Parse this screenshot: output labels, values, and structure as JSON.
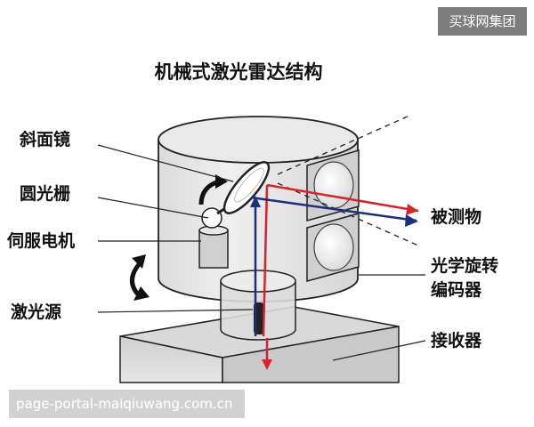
{
  "watermark_top": "买球网集团",
  "watermark_bottom": "page-portal-maiqiuwang.com.cn",
  "diagram": {
    "title": "机械式激光雷达结构",
    "labels": {
      "mirror": "斜面镜",
      "grating": "圆光栅",
      "servo": "伺服电机",
      "laser": "激光源",
      "target": "被测物",
      "encoder_line1": "光学旋转",
      "encoder_line2": "编码器",
      "receiver": "接收器"
    },
    "colors": {
      "laser_beam": "#d8232a",
      "return_beam": "#1d2f7a",
      "housing": "#e4e4e4",
      "outline": "#222222"
    }
  }
}
